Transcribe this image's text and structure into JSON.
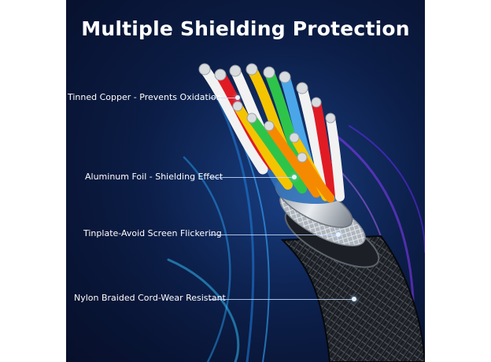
{
  "title": "Multiple Shielding Protection",
  "labels": {
    "tinned": "Tinned Copper - Prevents Oxidation",
    "foil": "Aluminum Foil - Shielding Effect",
    "tinplate": "Tinplate-Avoid Screen Flickering",
    "nylon": "Nylon Braided Cord-Wear Resistant"
  },
  "colors": {
    "background": "#0b1c44",
    "glow_blue": "#2aa8ff",
    "glow_purple": "#8a3cff",
    "wire_red": "#e01b24",
    "wire_green": "#2ec44a",
    "wire_yellow": "#f5c400",
    "wire_orange": "#f58a00",
    "wire_white": "#f2f2f2",
    "wire_blue": "#4aa6e8"
  }
}
